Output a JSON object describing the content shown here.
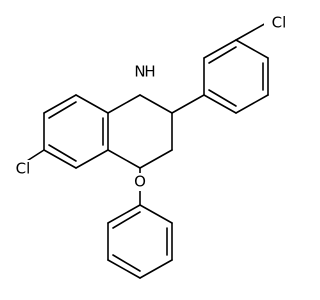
{
  "diagram": {
    "labels": {
      "nh": "N",
      "nh_h": "H",
      "oxygen": "O",
      "cl_left": "Cl",
      "cl_right": "Cl"
    }
  }
}
